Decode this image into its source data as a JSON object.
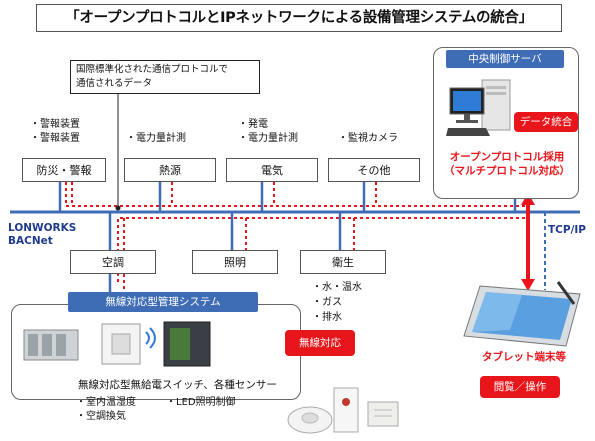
{
  "title": "「オープンプロトコルとIPネットワークによる設備管理システムの統合」",
  "callout": {
    "line1": "国際標準化された通信プロトコルで",
    "line2": "通信されるデータ"
  },
  "categories": [
    {
      "label": "防災・警報",
      "notes": [
        "・警報装置",
        "・警報装置"
      ]
    },
    {
      "label": "熱源",
      "notes": [
        "・電力量計測"
      ]
    },
    {
      "label": "電気",
      "notes": [
        "・発電",
        "・電力量計測"
      ]
    },
    {
      "label": "その他",
      "notes": [
        "・監視カメラ"
      ]
    }
  ],
  "lower_categories": [
    {
      "label": "空調"
    },
    {
      "label": "照明"
    },
    {
      "label": "衛生",
      "notes": [
        "・水・温水",
        "・ガス",
        "・排水"
      ]
    }
  ],
  "network_labels": {
    "left_line1": "LONWORKS",
    "left_line2": "BACNet",
    "right": "TCP/IP"
  },
  "server": {
    "header": "中央制御サーバ",
    "badge": "データ統合",
    "caption_line1": "オープンプロトコル採用",
    "caption_line2": "（マルチプロトコル対応）"
  },
  "wireless": {
    "header": "無線対応型管理システム",
    "badge": "無線対応",
    "devices_caption": "無線対応型無給電スイッチ、各種センサー",
    "notes_left": [
      "・室内温湿度",
      "・空調換気"
    ],
    "notes_right": [
      "・LED照明制御"
    ]
  },
  "tablet": {
    "caption": "タブレット端末等",
    "badge": "閲覧／操作"
  },
  "colors": {
    "bus": "#3f6db5",
    "data": "#e8161b",
    "header_blue": "#3f6db5"
  }
}
